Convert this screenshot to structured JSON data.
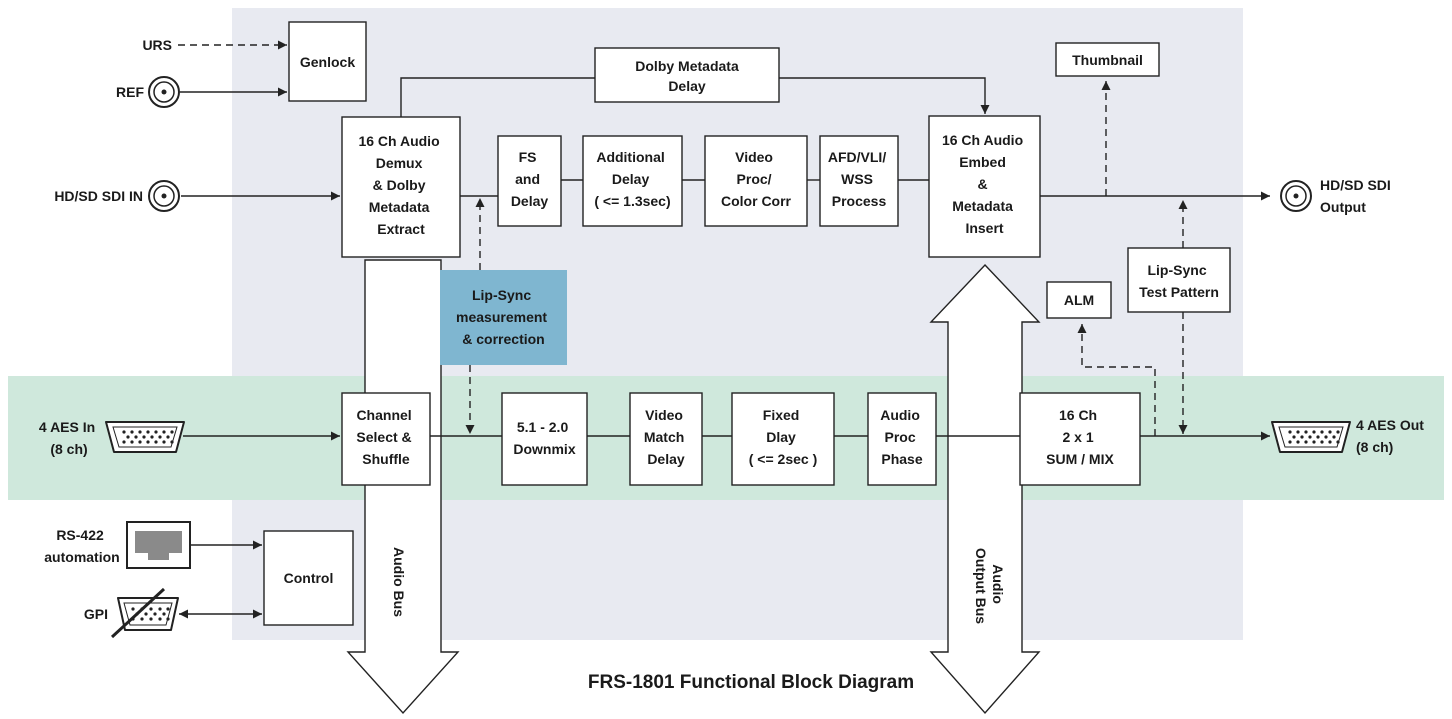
{
  "title": "FRS-1801 Functional Block Diagram",
  "colors": {
    "panel": "#e8eaf1",
    "aes_band": "#cfe8dc",
    "lipsync_box": "#7fb6d0",
    "line": "#222222"
  },
  "inputs": {
    "urs": "URS",
    "ref": "REF",
    "sdi_in": "HD/SD SDI IN",
    "aes_in": [
      "4 AES In",
      "(8 ch)"
    ],
    "rs422": [
      "RS-422",
      "automation"
    ],
    "gpi": "GPI"
  },
  "outputs": {
    "sdi_out": [
      "HD/SD SDI",
      "Output"
    ],
    "aes_out": [
      "4 AES Out",
      "(8 ch)"
    ]
  },
  "blocks": {
    "genlock": [
      "Genlock"
    ],
    "dolby_delay": [
      "Dolby Metadata",
      "Delay"
    ],
    "thumbnail": [
      "Thumbnail"
    ],
    "demux": [
      "16 Ch Audio",
      "Demux",
      "& Dolby",
      "Metadata",
      "Extract"
    ],
    "fs_delay": [
      "FS",
      "and",
      "Delay"
    ],
    "add_delay": [
      "Additional",
      "Delay",
      "( <= 1.3sec)"
    ],
    "video_proc": [
      "Video",
      "Proc/",
      "Color Corr"
    ],
    "afd": [
      "AFD/VLI/",
      "WSS",
      "Process"
    ],
    "embed": [
      "16 Ch Audio",
      "Embed",
      "&",
      "Metadata",
      "Insert"
    ],
    "lipsync_meas": [
      "Lip-Sync",
      "measurement",
      "& correction"
    ],
    "alm": [
      "ALM"
    ],
    "lipsync_test": [
      "Lip-Sync",
      "Test Pattern"
    ],
    "channel_select": [
      "Channel",
      "Select &",
      "Shuffle"
    ],
    "downmix": [
      "5.1 - 2.0",
      "Downmix"
    ],
    "video_match": [
      "Video",
      "Match",
      "Delay"
    ],
    "fixed_delay": [
      "Fixed",
      "Dlay",
      "( <= 2sec )"
    ],
    "audio_proc": [
      "Audio",
      "Proc",
      "Phase"
    ],
    "sum_mix": [
      "16 Ch",
      "2 x 1",
      "SUM / MIX"
    ],
    "control": [
      "Control"
    ]
  },
  "buses": {
    "audio_bus": [
      "Audio Bus"
    ],
    "audio_output_bus": [
      "Audio",
      "Output Bus"
    ]
  }
}
